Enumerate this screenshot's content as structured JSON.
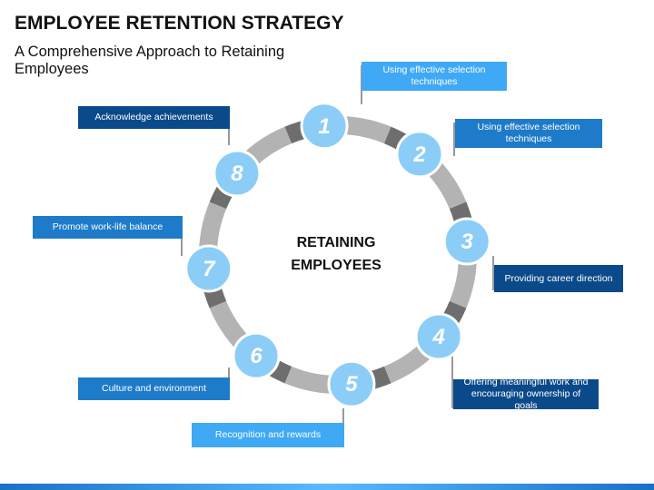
{
  "title": "EMPLOYEE RETENTION STRATEGY",
  "subtitle": "A Comprehensive Approach to Retaining Employees",
  "center": {
    "line1": "RETAINING",
    "line2": "EMPLOYEES"
  },
  "nodes": [
    {
      "number": "1",
      "label": "Using effective selection techniques"
    },
    {
      "number": "2",
      "label": "Using effective selection techniques"
    },
    {
      "number": "3",
      "label": "Providing  career direction"
    },
    {
      "number": "4",
      "label": "Offering meaningful work and encouraging ownership of goals"
    },
    {
      "number": "5",
      "label": "Recognition and rewards"
    },
    {
      "number": "6",
      "label": "Culture and environment"
    },
    {
      "number": "7",
      "label": "Promote work-life balance"
    },
    {
      "number": "8",
      "label": "Acknowledge achievements"
    }
  ],
  "colors": {
    "node_fill": "#8ccdf7",
    "ring_light": "#b3b3b3",
    "ring_dark": "#6e6e6e",
    "callout_light": "#3fa9f5",
    "callout_mid": "#1e7bc9",
    "callout_dark": "#0b4a8a"
  }
}
